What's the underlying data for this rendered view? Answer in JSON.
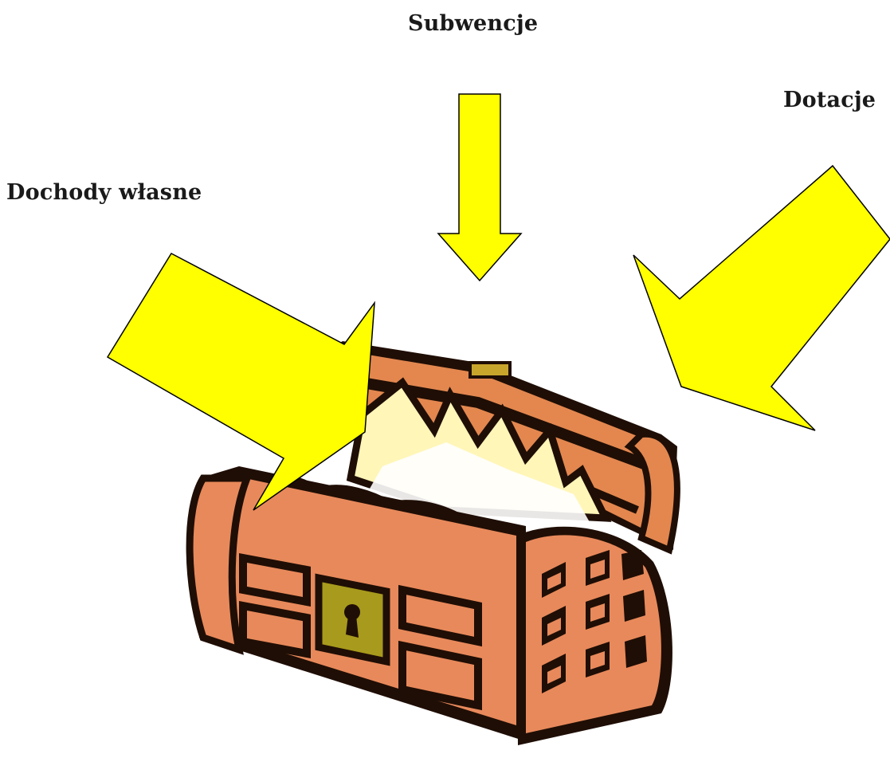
{
  "labels": {
    "subwencje": "Subwencje",
    "dotacje": "Dotacje",
    "dochody_wlasne": "Dochody własne"
  },
  "colors": {
    "arrow_fill": "#ffff00",
    "chest_wood": "#e88a5c",
    "chest_dark": "#2b1408",
    "lock_gold": "#a89a1c",
    "glow": "#fff3a8"
  }
}
